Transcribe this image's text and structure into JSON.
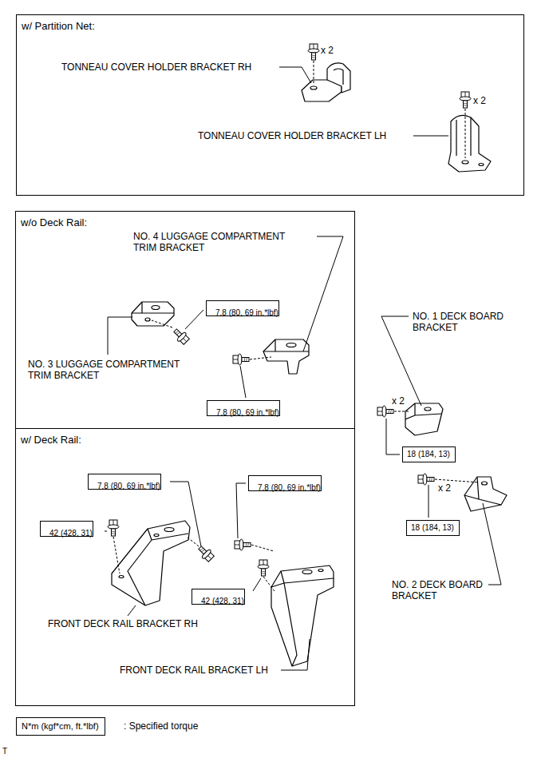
{
  "diagram": {
    "nodes": [
      {
        "text": [
          "w/ Partition Net:"
        ]
      },
      {
        "text": [
          "w/o Deck Rail:"
        ]
      },
      {
        "text": [
          "7.8 (80, 69 in.*lbf)"
        ],
        "in": 1
      },
      {
        "text": [
          "7.8 (80, 69 in.*lbf)"
        ],
        "in": 1
      },
      {
        "text": [
          "w/ Deck Rail:"
        ]
      },
      {
        "text": [
          "7.8 (80, 69 in.*lbf)"
        ],
        "in": 4
      },
      {
        "text": [
          "7.8 (80, 69 in.*lbf)"
        ],
        "in": 4
      },
      {
        "text": [
          "42 (428, 31)"
        ],
        "in": 4
      },
      {
        "text": [
          "42 (428, 31)"
        ],
        "in": 4
      },
      {
        "text": [
          "18 (184, 13)"
        ]
      },
      {
        "text": [
          "18 (184, 13)"
        ]
      },
      {
        "text": [
          "N*m (kgf*cm, ft.*lbf)"
        ]
      }
    ],
    "labels": [
      "TONNEAU COVER HOLDER BRACKET RH",
      "x 2",
      "TONNEAU COVER HOLDER BRACKET LH",
      "x 2",
      "NO. 4 LUGGAGE COMPARTMENT TRIM BRACKET",
      "NO. 3 LUGGAGE COMPARTMENT TRIM BRACKET",
      "NO. 1 DECK BOARD BRACKET",
      "x 2",
      "x 2",
      "NO. 2 DECK BOARD BRACKET",
      "FRONT DECK RAIL BRACKET RH",
      "FRONT DECK RAIL BRACKET LH",
      ": Specified torque",
      "T"
    ]
  }
}
